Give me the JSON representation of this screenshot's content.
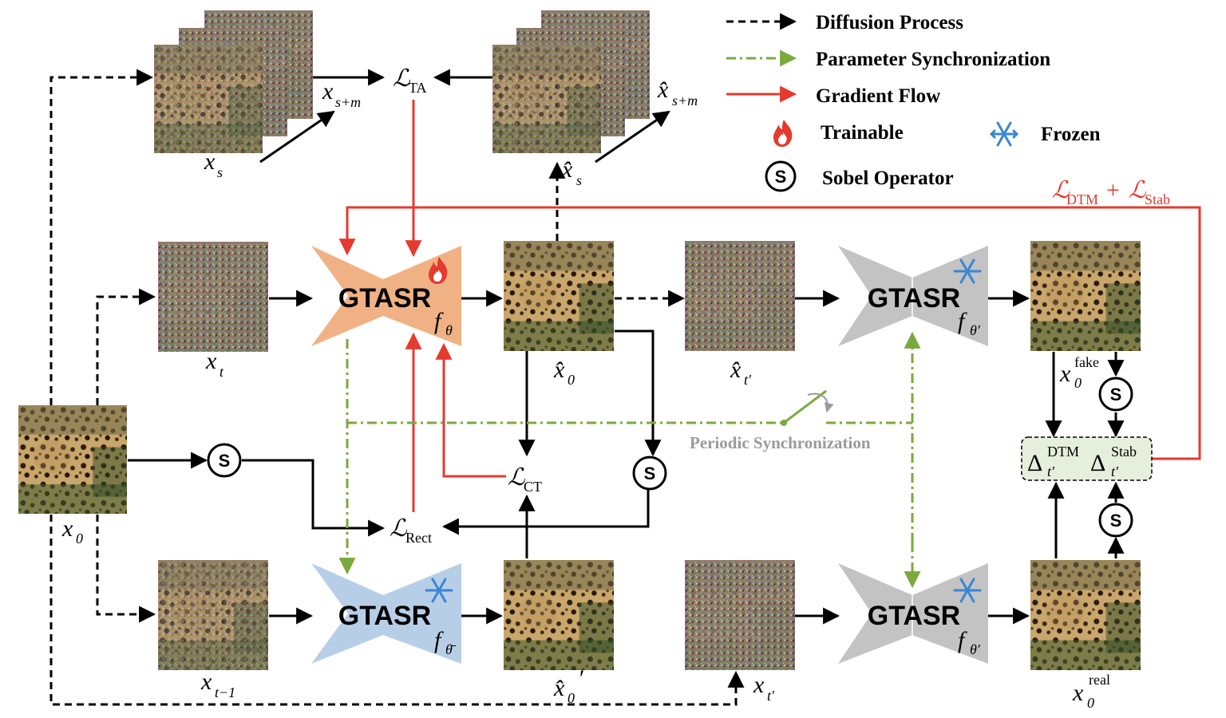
{
  "legend": {
    "diffusion": "Diffusion Process",
    "param_sync": "Parameter Synchronization",
    "gradient": "Gradient Flow",
    "trainable": "Trainable",
    "frozen": "Frozen",
    "sobel": "Sobel Operator",
    "sobel_symbol": "S"
  },
  "models": {
    "trainable": {
      "name": "GTASR",
      "func": "f",
      "sub": "θ"
    },
    "frozen_ema": {
      "name": "GTASR",
      "func": "f",
      "sub": "θ̄"
    },
    "frozen_top": {
      "name": "GTASR",
      "func": "f",
      "sub": "θ′"
    },
    "frozen_bottom": {
      "name": "GTASR",
      "func": "f",
      "sub": "θ′"
    }
  },
  "images": {
    "x0": {
      "base": "x",
      "sub": "0"
    },
    "xt": {
      "base": "x",
      "sub": "t"
    },
    "xt_minus_1": {
      "base": "x",
      "sub": "t−1"
    },
    "xs": {
      "base": "x",
      "sub": "s"
    },
    "xs_m": {
      "base": "x",
      "sub": "s+m"
    },
    "xhat_s": {
      "base": "x̂",
      "sub": "s"
    },
    "xhat_s_m": {
      "base": "x̂",
      "sub": "s+m"
    },
    "xhat_0": {
      "base": "x̂",
      "sub": "0"
    },
    "xhat_0_prime": {
      "base": "x̂",
      "sub": "0",
      "suffix": "′"
    },
    "xhat_t_prime": {
      "base": "x̂",
      "sub": "t′"
    },
    "xt_prime": {
      "base": "x",
      "sub": "t′"
    },
    "x0_fake": {
      "base": "x",
      "sub": "0",
      "sup": "fake"
    },
    "x0_real": {
      "base": "x",
      "sub": "0",
      "sup": "real"
    }
  },
  "losses": {
    "ta": {
      "symbol": "ℒ",
      "sub": "TA"
    },
    "ct": {
      "symbol": "ℒ",
      "sub": "CT"
    },
    "rect": {
      "symbol": "ℒ",
      "sub": "Rect"
    },
    "dtm_stab": {
      "symbol1": "ℒ",
      "sub1": "DTM",
      "plus": "+",
      "symbol2": "ℒ",
      "sub2": "Stab"
    }
  },
  "delta_box": {
    "symbol": "Δ",
    "sub": "t′",
    "sup1": "DTM",
    "sup2": "Stab"
  },
  "periodic_sync": "Periodic Synchronization",
  "colors": {
    "diffusion": "#000000",
    "param_sync": "#7aaa3c",
    "gradient": "#e53a2f",
    "trainable_model": "#f0b284",
    "ema_model": "#b7cfe6",
    "frozen_model": "#c3c3c3",
    "delta_box_fill": "#e6efdc",
    "frozen_icon": "#3a86d4",
    "trainable_icon": "#e53a2f"
  }
}
